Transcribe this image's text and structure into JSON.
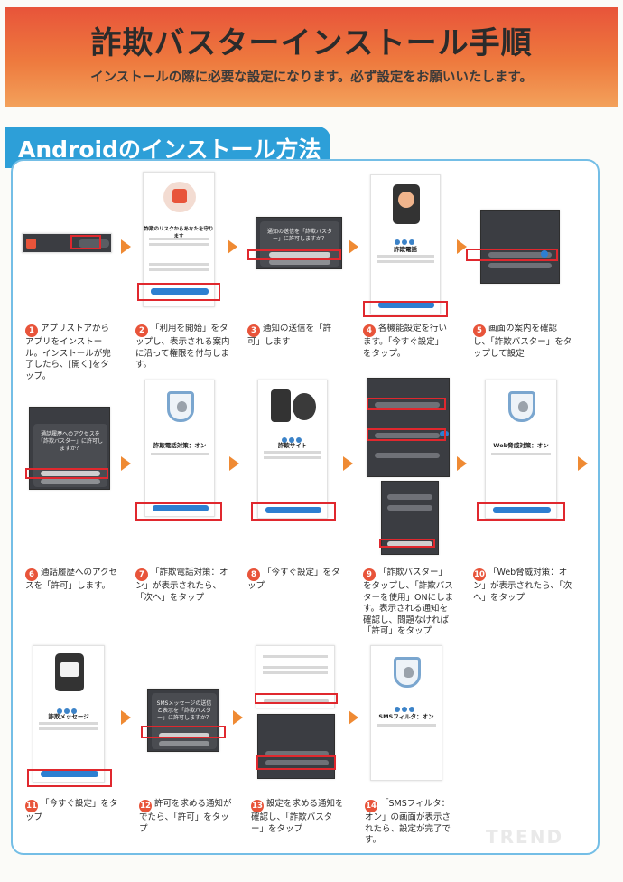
{
  "header": {
    "title": "詐欺バスターインストール手順",
    "subtitle": "インストールの際に必要な設定になります。必ず設定をお願いいたします。"
  },
  "section": {
    "title": "Androidのインストール方法"
  },
  "screens": {
    "s2_title": "詐欺のリスクからあなたを守ります",
    "s3_dialog": "通知の送信を「詐欺バスター」に許可しますか？",
    "s4_title": "詐欺電話",
    "s6_dialog": "通話履歴へのアクセスを「詐欺バスター」に許可しますか？",
    "s7_title": "詐欺電話対策：オン",
    "s8_title": "詐欺サイト",
    "s10_title": "Web脅威対策：オン",
    "s11_title": "詐欺メッセージ",
    "s12_dialog": "SMSメッセージの送信と表示を「詐欺バスター」に許可しますか？",
    "s14_title": "SMSフィルタ：オン"
  },
  "steps": [
    {
      "num": "1",
      "text": "アプリストアからアプリをインストール。インストールが完了したら、[開く]をタップ。"
    },
    {
      "num": "2",
      "text": "「利用を開始」をタップし、表示される案内に沿って権限を付与します。"
    },
    {
      "num": "3",
      "text": "通知の送信を「許可」します"
    },
    {
      "num": "4",
      "text": "各機能設定を行います。「今すぐ設定」をタップ。"
    },
    {
      "num": "5",
      "text": "画面の案内を確認し、「詐欺バスター」をタップして設定"
    },
    {
      "num": "6",
      "text": "通話履歴へのアクセスを「許可」します。"
    },
    {
      "num": "7",
      "text": "「詐欺電話対策：オン」が表示されたら、「次へ」をタップ"
    },
    {
      "num": "8",
      "text": "「今すぐ設定」をタップ"
    },
    {
      "num": "9",
      "text": "「詐欺バスター」をタップし、「詐欺バスターを使用」ONにします。表示される通知を確認し、問題なければ「許可」をタップ"
    },
    {
      "num": "10",
      "text": "「Web脅威対策：オン」が表示されたら、「次へ」をタップ"
    },
    {
      "num": "11",
      "text": "「今すぐ設定」をタップ"
    },
    {
      "num": "12",
      "text": "許可を求める通知がでたら、「許可」をタップ"
    },
    {
      "num": "13",
      "text": "設定を求める通知を確認し、「詐欺バスター」をタップ"
    },
    {
      "num": "14",
      "text": "「SMSフィルタ：オン」の画面が表示されたら、設定が完了です。"
    }
  ],
  "footer": {
    "watermark": "TREND"
  },
  "colors": {
    "header_top": "#e8543a",
    "header_bottom": "#f3a15b",
    "accent_blue": "#2d9fd8",
    "arrow": "#ef8a33",
    "highlight_red": "#e0282e"
  }
}
